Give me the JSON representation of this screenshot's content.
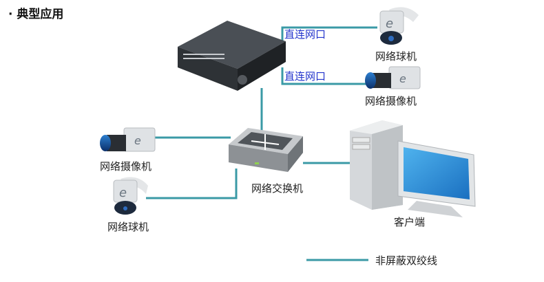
{
  "title": "· 典型应用",
  "labels": {
    "direct_port_1": "直连网口",
    "direct_port_2": "直连网口",
    "dome_camera_right": "网络球机",
    "box_camera_right": "网络摄像机",
    "box_camera_left": "网络摄像机",
    "dome_camera_left": "网络球机",
    "switch": "网络交换机",
    "client": "客户端"
  },
  "legend": {
    "label": "非屏蔽双绞线",
    "color": "#3a9aa6"
  },
  "colors": {
    "line": "#3a9aa6",
    "label_blue": "#2233cc"
  }
}
